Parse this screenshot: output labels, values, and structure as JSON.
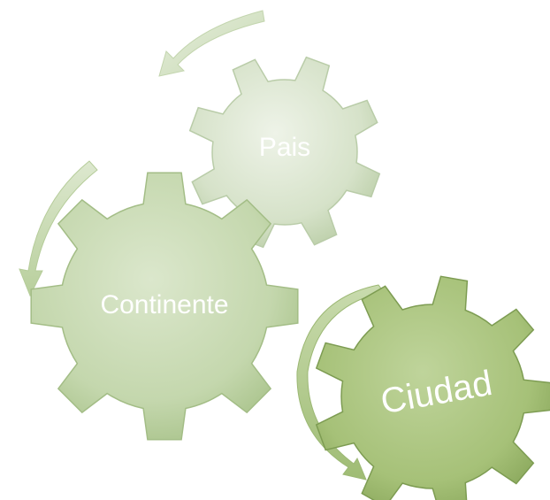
{
  "diagram": {
    "gears": [
      {
        "id": "pais",
        "label": "Pais"
      },
      {
        "id": "continente",
        "label": "Continente"
      },
      {
        "id": "ciudad",
        "label": "Ciudad"
      }
    ]
  },
  "colors": {
    "gear_light": "#dfe8d6",
    "gear_light_edge": "#b9cca8",
    "gear_mid": "#c5d8b0",
    "gear_mid_edge": "#9fbb84",
    "gear_dark": "#a8c47e",
    "gear_dark_edge": "#7d9c52",
    "arrow_light": "#d8e5c9",
    "arrow_mid": "#c3d6ab",
    "arrow_dark": "#a9c381",
    "label": "#ffffff"
  }
}
